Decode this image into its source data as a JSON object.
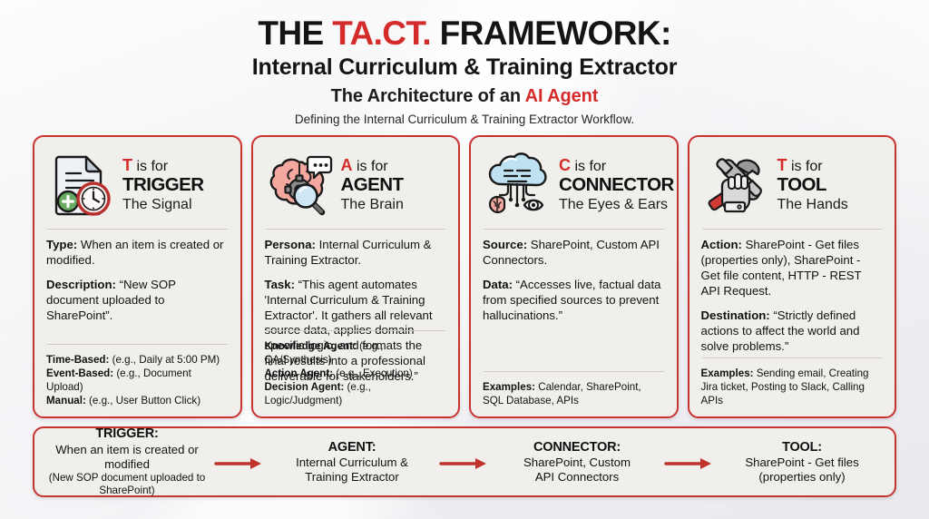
{
  "header": {
    "title_prefix": "THE ",
    "title_accent": "TA.CT.",
    "title_suffix": " FRAMEWORK:",
    "subtitle": "Internal Curriculum & Training Extractor",
    "tagline_prefix": "The Architecture of an ",
    "tagline_accent": "AI Agent",
    "note": "Defining the Internal Curriculum & Training Extractor Workflow."
  },
  "theme": {
    "accent_red": "#d42b2b",
    "card_border": "#c9332f",
    "card_bg": "#f0efeb",
    "text": "#111111",
    "divider": "#cfccc4"
  },
  "cards": [
    {
      "icon": "document-clock-icon",
      "letter": "T",
      "kicker_rest": " is for",
      "word": "TRIGGER",
      "role": "The Signal",
      "fields": [
        {
          "label": "Type:",
          "value": " When an item is created or modified."
        },
        {
          "label": "Description:",
          "value": " “New SOP document uploaded to SharePoint”."
        }
      ],
      "foot_lines": [
        {
          "label": "Time-Based:",
          "value": " (e.g., Daily at 5:00 PM)"
        },
        {
          "label": "Event-Based:",
          "value": " (e.g., Document Upload)"
        },
        {
          "label": "Manual:",
          "value": " (e.g., User Button Click)"
        }
      ],
      "foot_para": null
    },
    {
      "icon": "brain-gear-magnifier-icon",
      "letter": "A",
      "kicker_rest": " is for",
      "word": "AGENT",
      "role": "The Brain",
      "fields": [
        {
          "label": "Persona:",
          "value": " Internal Curriculum & Training Extractor."
        },
        {
          "label": "Task:",
          "value": " “This agent automates 'Internal Curriculum & Training Extractor'. It gathers all relevant source data, applies domain-specific logic, and formats the final results into a professional deliverable for stakeholders.”"
        }
      ],
      "foot_lines": [
        {
          "label": "Knowledge Agent:",
          "value": " (e.g., QA/Synthesis)"
        },
        {
          "label": "Action Agent:",
          "value": " (e.g., Execution)"
        },
        {
          "label": "Decision Agent:",
          "value": " (e.g., Logic/Judgment)"
        }
      ],
      "foot_para": null
    },
    {
      "icon": "cloud-brain-eye-icon",
      "letter": "C",
      "kicker_rest": " is for",
      "word": "CONNECTOR",
      "role": "The Eyes & Ears",
      "fields": [
        {
          "label": "Source:",
          "value": " SharePoint, Custom API Connectors."
        },
        {
          "label": "Data:",
          "value": " “Accesses live, factual data from specified sources to prevent hallucinations.”"
        }
      ],
      "foot_lines": [],
      "foot_para": {
        "label": "Examples:",
        "value": " Calendar, SharePoint, SQL Database, APIs"
      }
    },
    {
      "icon": "hammer-wrench-hand-icon",
      "letter": "T",
      "kicker_rest": " is for",
      "word": "TOOL",
      "role": "The Hands",
      "fields": [
        {
          "label": "Action:",
          "value": " SharePoint - Get files (properties only), SharePoint - Get file content, HTTP - REST API Request."
        },
        {
          "label": "Destination:",
          "value": " “Strictly defined actions to affect the world and solve problems.”"
        }
      ],
      "foot_lines": [],
      "foot_para": {
        "label": "Examples:",
        "value": " Sending email, Creating Jira ticket, Posting to Slack, Calling APIs"
      }
    }
  ],
  "flow": {
    "steps": [
      {
        "title": "TRIGGER:",
        "line1": "When an item is created or modified",
        "line2": "(New SOP document uploaded to SharePoint)"
      },
      {
        "title": "AGENT:",
        "line1": "Internal Curriculum &",
        "line2": "Training Extractor"
      },
      {
        "title": "CONNECTOR:",
        "line1": "SharePoint, Custom",
        "line2": "API Connectors"
      },
      {
        "title": "TOOL:",
        "line1": "SharePoint - Get files",
        "line2": "(properties only)"
      }
    ],
    "arrow_icon": "arrow-right-icon"
  }
}
